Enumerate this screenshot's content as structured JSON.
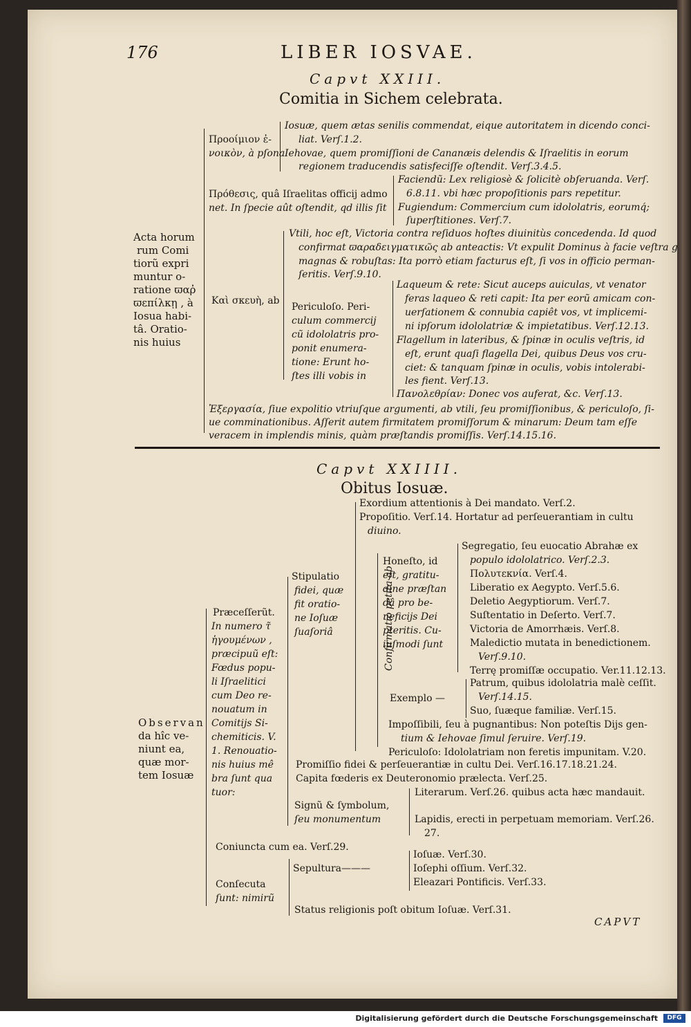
{
  "header": {
    "page_number": "176",
    "running_title": "LIBER IOSVAE."
  },
  "chapter23": {
    "caput": "Capvt XXIII.",
    "title": "Comitia in Sichem celebrata.",
    "acta_label": [
      "Acta horum",
      "rum Comi",
      "tiorũ expri",
      "muntur o-",
      "ratione ϖαῤ",
      "ϖεπίλκῃ , à",
      "Iosua habi-",
      "tâ. Oratio-",
      "nis huius"
    ],
    "prooemium_label": [
      "Προοίμιον ἐ-",
      "νοικὸν, à pſona"
    ],
    "prooemium_items": [
      [
        "Iosuæ, quem ætas senilis commendat, eique autoritatem in dicendo conci-",
        "liat. Verſ.1.2."
      ],
      [
        "Iehovae, quem promiſſioni de Cananæis delendis & Iſraelitis in eorum",
        "regionem traducendis satisfeciſſe oſtendit. Verſ.3.4.5."
      ]
    ],
    "prothesis_label": [
      "Πρόθεσις, quâ Iſraelitas officij admo",
      "net. In ſpecie aût oſtendit, qd illis ſit"
    ],
    "prothesis_items": [
      [
        "Faciendũ: Lex religiosè & ſolicitè obſeruanda. Verſ.",
        "6.8.11. vbi hæc propoſitionis pars repetitur."
      ],
      [
        "Fugiendum: Commercium cum idololatris, eorumq́;",
        "ſuperſtitiones. Verſ.7."
      ]
    ],
    "kataskeue_label": "Καὶ σκευὴ, ab",
    "utili": [
      "Vtili, hoc eſt, Victoria contra reſiduos hoſtes diuinitùs concedenda. Id quod",
      "confirmat ϖαραδειγματικῶς ab anteactis: Vt expulit Dominus à facie veſtra gentes",
      "magnas & robuſtas: Ita porrò etiam facturus eſt, ſi vos in officio perman-",
      "ſeritis. Verſ.9.10."
    ],
    "periculoso_label": [
      "Periculoſo. Peri-",
      "culum commercij",
      "cũ idololatris pro-",
      "ponit enumera-",
      "tione: Erunt ho-",
      "ſtes illi vobis in"
    ],
    "periculoso_items": [
      [
        "Laqueum & rete: Sicut auceps auiculas, vt venator",
        "feras laqueo & reti capit: Ita per eorũ amicam con-",
        "uerſationem & connubia capiêt vos, vt implicemi-",
        "ni ipſorum idololatriæ & impietatibus. Verſ.12.13."
      ],
      [
        "Flagellum in lateribus, & ſpinæ in oculis veſtris, id",
        "eſt, erunt quaſi flagella Dei, quibus Deus vos cru-",
        "ciet: & tanquam ſpinæ in oculis, vobis intolerabi-",
        "les fient. Verſ.13."
      ],
      [
        "Πανολεθρίαν: Donec vos auferat, &c. Verſ.13."
      ]
    ],
    "exergasia": [
      "Ἐξεργασία, ſiue expolitio vtriuſque argumenti, ab vtili, ſeu promiſſionibus, & periculoſo, ſi-",
      "ue comminationibus. Aſſerit autem firmitatem promiſſorum & minarum: Deum tam eſſe",
      "veracem in implendis minis, quàm præſtandis promiſſis. Verſ.14.15.16."
    ]
  },
  "chapter24": {
    "caput": "Capvt XXIIII.",
    "title": "Obitus Iosuæ.",
    "observanda_label": [
      "Observan",
      "da hîc ve-",
      "niunt ea,",
      "quæ mor-",
      "tem Iosuæ"
    ],
    "praecesserunt_label": [
      "Præceſſerũt.",
      "In numero τ̃",
      "ἡγουμένων ,",
      "præcipuũ eſt:",
      "Fœdus popu-",
      "li Iſraelitici",
      "cum Deo re-",
      "nouatum in",
      "Comitijs Si-",
      "chemiticis. V.",
      "1. Renouatio-",
      "nis huius mê",
      "bra ſunt qua",
      "tuor:"
    ],
    "stipulatio_label": [
      "Stipulatio",
      "fidei, quæ",
      "fit oratio-",
      "ne Ioſuæ",
      "ſuaſoriâ"
    ],
    "exordium": "Exordium attentionis à Dei mandato. Verſ.2.",
    "propositio": [
      "Propoſitio. Verſ.14. Hortatur ad perſeuerantiam in cultu",
      "diuino."
    ],
    "confirmatio_label": "Confirmatio petita ab",
    "honesto_label": [
      "Honeſto, id",
      "eſt, gratitu-",
      "dine præſtan",
      "dâ pro be-",
      "neficijs Dei",
      "pteritis. Cu-",
      "iuſmodi ſunt"
    ],
    "honesto_items": [
      [
        "Segregatio, ſeu euocatio Abrahæ ex",
        "populo idololatrico. Verſ.2.3."
      ],
      [
        "Πολυτεκνία. Verſ.4."
      ],
      [
        "Liberatio ex Aegypto. Verſ.5.6."
      ],
      [
        "Deletio Aegyptiorum. Verſ.7."
      ],
      [
        "Suſtentatio in Deſerto. Verſ.7."
      ],
      [
        "Victoria de Amorrhæis. Verſ.8."
      ],
      [
        "Maledictio mutata in benedictionem.",
        "Verſ.9.10."
      ],
      [
        "Terrę promiſſæ occupatio. Ver.11.12.13."
      ]
    ],
    "exemplo_label": "Exemplo —",
    "exemplo_items": [
      [
        "Patrum, quibus idololatria malè ceſſit.",
        "Verſ.14.15."
      ],
      [
        "Suo, ſuæque familiæ. Verſ.15."
      ]
    ],
    "impossibili": [
      "Impoſſibili, ſeu à pugnantibus: Non poteſtis Dijs gen-",
      "tium & Iehovae ſimul ſeruire. Verſ.19."
    ],
    "periculoso": "Periculoſo: Idololatriam non feretis impunitam. V.20.",
    "promissio": "Promiſſio fidei & perſeuerantiæ in cultu Dei. Verſ.16.17.18.21.24.",
    "capita": "Capita fœderis ex Deuteronomio prælecta. Verſ.25.",
    "signum_label": [
      "Signũ & ſymbolum,",
      "ſeu monumentum"
    ],
    "signum_items": [
      [
        "Literarum. Verſ.26. quibus acta hæc mandauit."
      ],
      [
        "Lapidis, erecti in perpetuam memoriam. Verſ.26.",
        "27."
      ]
    ],
    "coniuncta": "Coniuncta cum ea. Verſ.29.",
    "consecuta_label": [
      "Conſecuta",
      "ſunt: nimirũ"
    ],
    "sepultura_label": "Sepultura———",
    "sepultura_items": [
      "Ioſuæ. Verſ.30.",
      "Ioſephi oſſium. Verſ.32.",
      "Eleazari Pontificis. Verſ.33."
    ],
    "status": "Status religionis poſt obitum Ioſuæ. Verſ.31."
  },
  "catchword": "CAPVT",
  "footer": {
    "text": "Digitalisierung gefördert durch die Deutsche Forschungsgemeinschaft",
    "logo": "DFG"
  }
}
